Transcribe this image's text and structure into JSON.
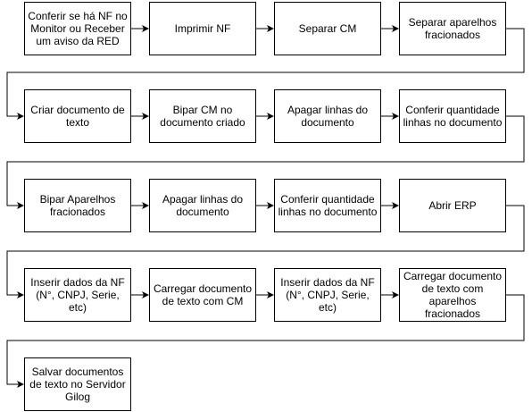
{
  "flowchart": {
    "steps": [
      "Conferir se há NF no Monitor ou Receber um aviso da RED",
      "Imprimir NF",
      "Separar CM",
      "Separar aparelhos fracionados",
      "Criar documento de texto",
      "Bipar CM no documento criado",
      "Apagar linhas do documento",
      "Conferir quantidade linhas no documento",
      "Bipar Aparelhos fracionados",
      "Apagar linhas do documento",
      "Conferir quantidade linhas no documento",
      "Abrir ERP",
      "Inserir dados da NF (N°, CNPJ, Serie, etc)",
      "Carregar documento de texto com CM",
      "Inserir dados da NF (N°, CNPJ, Serie, etc)",
      "Carregar documento de texto com aparelhos fracionados",
      "Salvar documentos de texto no Servidor Gilog"
    ]
  },
  "colors": {
    "stroke": "#000000",
    "fill": "#ffffff"
  }
}
